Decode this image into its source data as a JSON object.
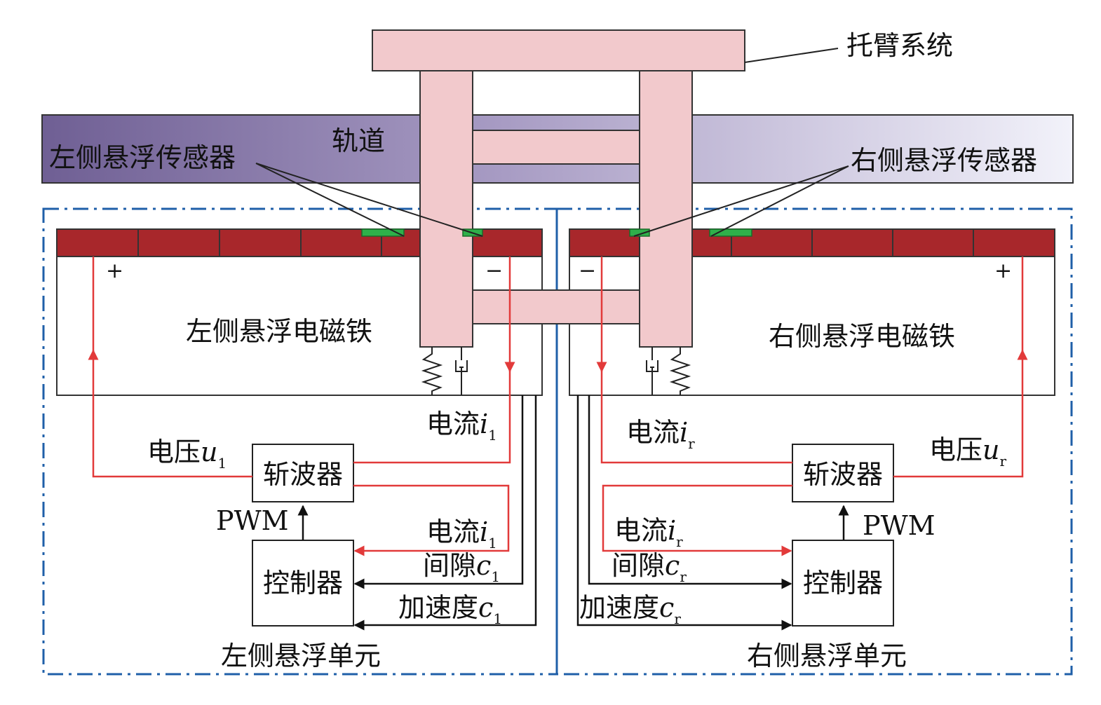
{
  "labels": {
    "support_arm": "托臂系统",
    "track": "轨道",
    "left_sensor": "左侧悬浮传感器",
    "right_sensor": "右侧悬浮传感器",
    "left_magnet": "左侧悬浮电磁铁",
    "right_magnet": "右侧悬浮电磁铁",
    "left_unit": "左侧悬浮单元",
    "right_unit": "右侧悬浮单元",
    "plus": "+",
    "minus": "−"
  },
  "left": {
    "chopper": "斩波器",
    "controller": "控制器",
    "pwm": "PWM",
    "voltage": {
      "label": "电压",
      "var": "u",
      "sub": "1"
    },
    "current_top": {
      "label": "电流",
      "var": "i",
      "sub": "1"
    },
    "current_bottom": {
      "label": "电流",
      "var": "i",
      "sub": "1"
    },
    "gap": {
      "label": "间隙",
      "var": "c",
      "sub": "1"
    },
    "accel": {
      "label": "加速度",
      "var": "c",
      "sub": "1"
    }
  },
  "right": {
    "chopper": "斩波器",
    "controller": "控制器",
    "pwm": "PWM",
    "voltage": {
      "label": "电压",
      "var": "u",
      "sub": "r"
    },
    "current_top": {
      "label": "电流",
      "var": "i",
      "sub": "r"
    },
    "current_bottom": {
      "label": "电流",
      "var": "i",
      "sub": "r"
    },
    "gap": {
      "label": "间隙",
      "var": "c",
      "sub": "r"
    },
    "accel": {
      "label": "加速度",
      "var": "c",
      "sub": "r"
    }
  },
  "colors": {
    "track_dark": "#6f5f94",
    "track_light": "#eeeef8",
    "arm_fill": "#f2c9cc",
    "magnet_core": "#a8272b",
    "sensor": "#2fb04a",
    "signal_red": "#e23a3a",
    "unit_border": "#1f5fa8"
  }
}
